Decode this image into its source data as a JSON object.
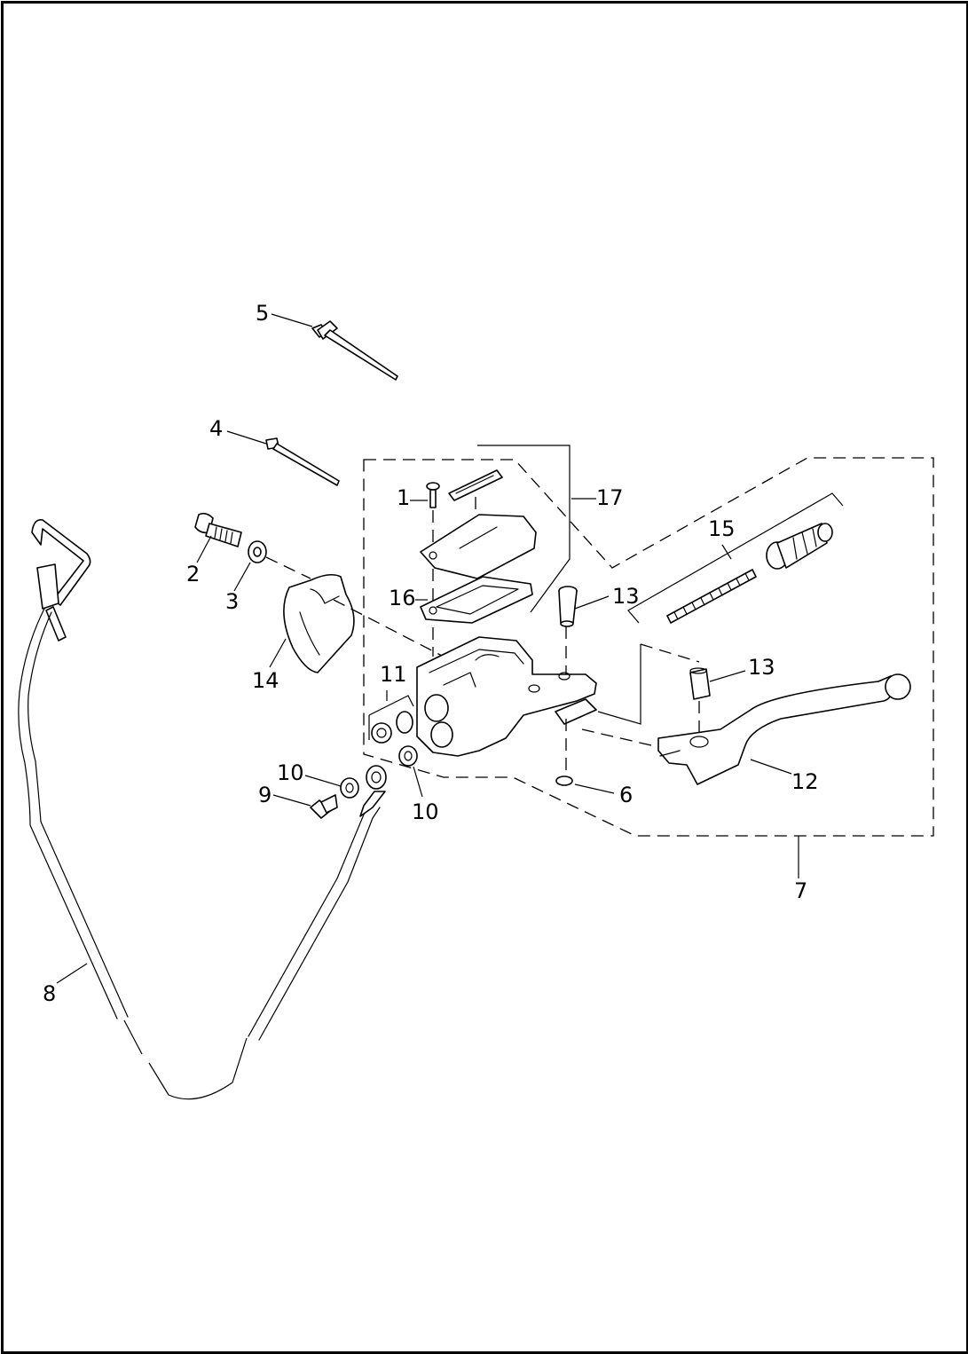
{
  "colors": {
    "line": "#000000",
    "background": "#ffffff"
  },
  "callouts": [
    {
      "id": "c1",
      "text": "1"
    },
    {
      "id": "c2",
      "text": "2"
    },
    {
      "id": "c3",
      "text": "3"
    },
    {
      "id": "c4",
      "text": "4"
    },
    {
      "id": "c5",
      "text": "5"
    },
    {
      "id": "c6",
      "text": "6"
    },
    {
      "id": "c7",
      "text": "7"
    },
    {
      "id": "c8",
      "text": "8"
    },
    {
      "id": "c9",
      "text": "9"
    },
    {
      "id": "c10a",
      "text": "10"
    },
    {
      "id": "c10b",
      "text": "10"
    },
    {
      "id": "c11",
      "text": "11"
    },
    {
      "id": "c12",
      "text": "12"
    },
    {
      "id": "c13a",
      "text": "13"
    },
    {
      "id": "c13b",
      "text": "13"
    },
    {
      "id": "c14",
      "text": "14"
    },
    {
      "id": "c15",
      "text": "15"
    },
    {
      "id": "c16",
      "text": "16"
    },
    {
      "id": "c17",
      "text": "17"
    }
  ]
}
